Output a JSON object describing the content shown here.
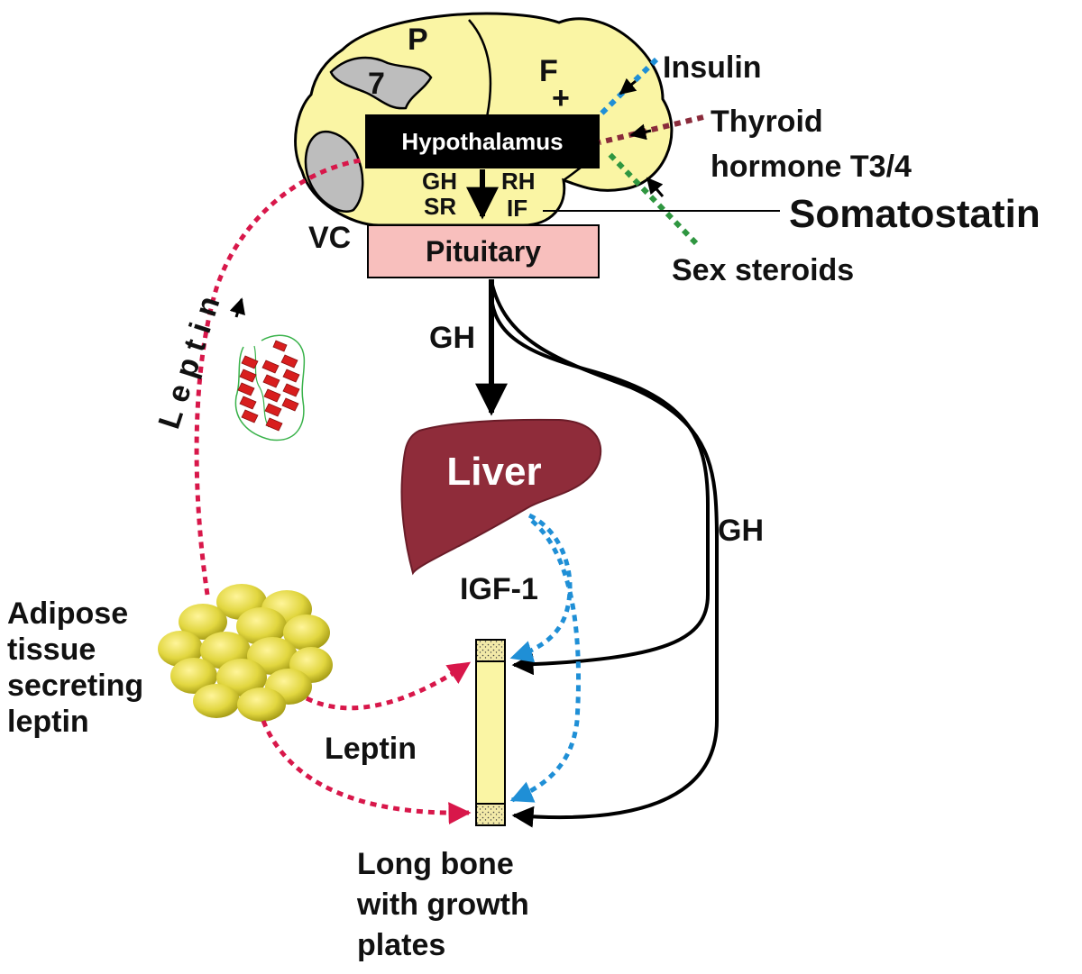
{
  "brain": {
    "lobe_p": "P",
    "lobe_f": "F",
    "plus": "+",
    "area_7": "7",
    "vc": "VC",
    "ghsr_line1": "GH",
    "ghsr_line2": "SR",
    "rhif_line1": "RH",
    "rhif_line2": "IF"
  },
  "hypothalamus": {
    "label": "Hypothalamus"
  },
  "pituitary": {
    "label": "Pituitary"
  },
  "inputs": {
    "insulin": "Insulin",
    "thyroid_line1": "Thyroid",
    "thyroid_line2": "hormone T3/4",
    "somatostatin": "Somatostatin",
    "sex_steroids": "Sex steroids"
  },
  "liver": {
    "label": "Liver"
  },
  "flows": {
    "gh_to_liver": "GH",
    "gh_to_bone": "GH",
    "igf1": "IGF-1",
    "leptin_to_bone": "Leptin",
    "leptin_to_brain": "Leptin"
  },
  "adipose": {
    "line1": "Adipose",
    "line2": "tissue",
    "line3": "secreting",
    "line4": "leptin"
  },
  "bone": {
    "line1": "Long bone",
    "line2": "with growth",
    "line3": "plates"
  },
  "colors": {
    "brain": "#faf5a4",
    "liver": "#8f2c3a",
    "pituitary": "#f8bfbd",
    "fat": "#d8ce3a",
    "bone": "#faf5a4",
    "insulin_igf": "#1f8fd6",
    "thyroid": "#8a2b3b",
    "sex_steroids": "#2f9640",
    "leptin": "#d8174a"
  }
}
